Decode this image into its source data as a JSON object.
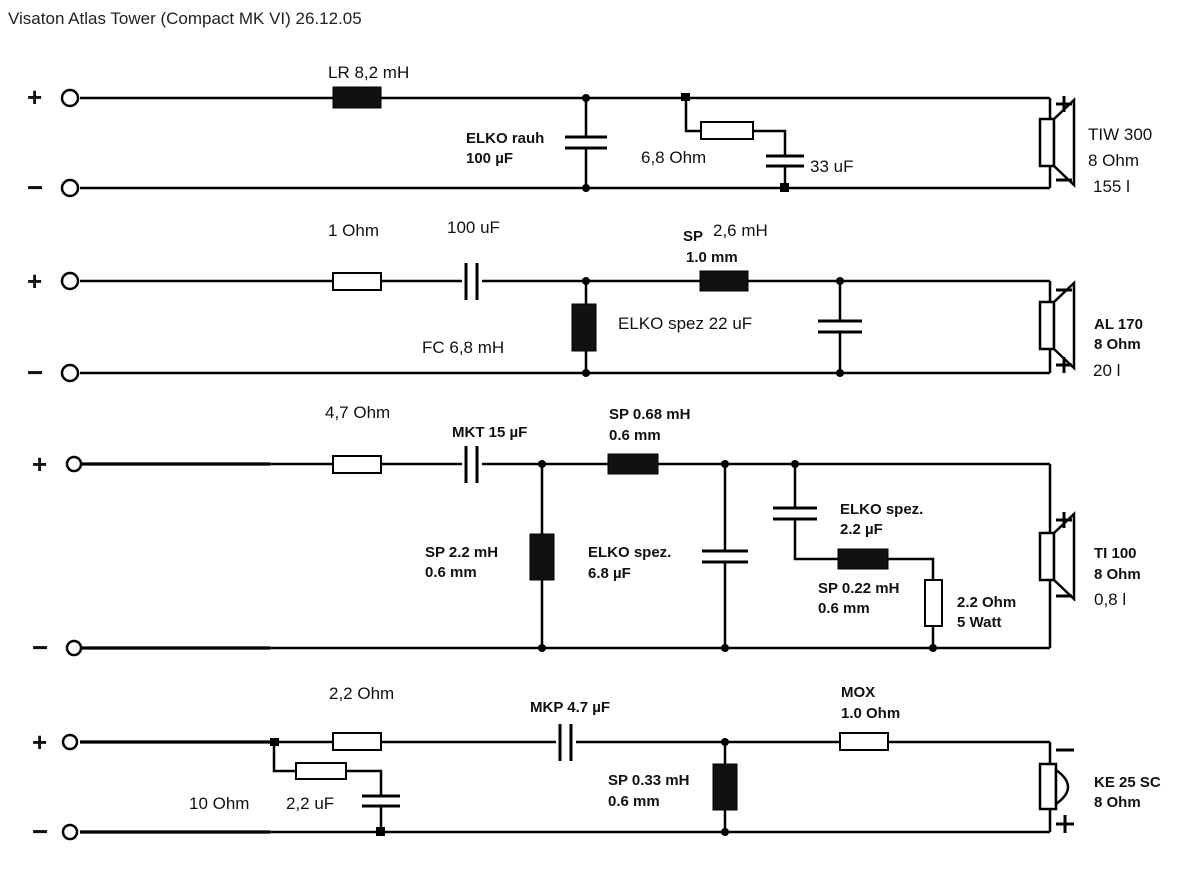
{
  "title": "Visaton Atlas Tower (Compact MK VI) 26.12.05",
  "sections": [
    {
      "id": "tweeter-tiw300",
      "labels": {
        "inductor": "LR 8,2 mH",
        "cap_a": "ELKO rauh",
        "cap_b": "100 µF",
        "resistor": "6,8 Ohm",
        "cap_small": "33 uF",
        "spk_a": "TIW 300",
        "spk_b": "8 Ohm",
        "spk_c": "155 l"
      }
    },
    {
      "id": "al170",
      "labels": {
        "resistor": "1 Ohm",
        "cap": "100 uF",
        "sp_a": "SP",
        "sp_b": "2,6 mH",
        "sp_c": "1.0 mm",
        "fc": "FC 6,8 mH",
        "elko": "ELKO spez 22 uF",
        "spk_a": "AL 170",
        "spk_b": "8 Ohm",
        "spk_c": "20 l"
      }
    },
    {
      "id": "ti100",
      "labels": {
        "resistor": "4,7 Ohm",
        "mkt": "MKT 15 µF",
        "sp1_a": "SP 0.68 mH",
        "sp1_b": "0.6 mm",
        "sp2_a": "SP 2.2 mH",
        "sp2_b": "0.6 mm",
        "elko1_a": "ELKO spez.",
        "elko1_b": "6.8 µF",
        "elko2_a": "ELKO spez.",
        "elko2_b": "2.2 µF",
        "sp3_a": "SP 0.22 mH",
        "sp3_b": "0.6 mm",
        "res2_a": "2.2 Ohm",
        "res2_b": "5 Watt",
        "spk_a": "TI 100",
        "spk_b": "8 Ohm",
        "spk_c": "0,8 l"
      }
    },
    {
      "id": "ke25sc",
      "labels": {
        "res1": "2,2 Ohm",
        "mkp": "MKP 4.7 µF",
        "mox_a": "MOX",
        "mox_b": "1.0 Ohm",
        "res_10": "10 Ohm",
        "cap_22": "2,2 uF",
        "sp_a": "SP 0.33 mH",
        "sp_b": "0.6 mm",
        "spk_a": "KE 25 SC",
        "spk_b": "8 Ohm"
      }
    }
  ],
  "polarity": {
    "plus": "+",
    "minus": "−"
  }
}
